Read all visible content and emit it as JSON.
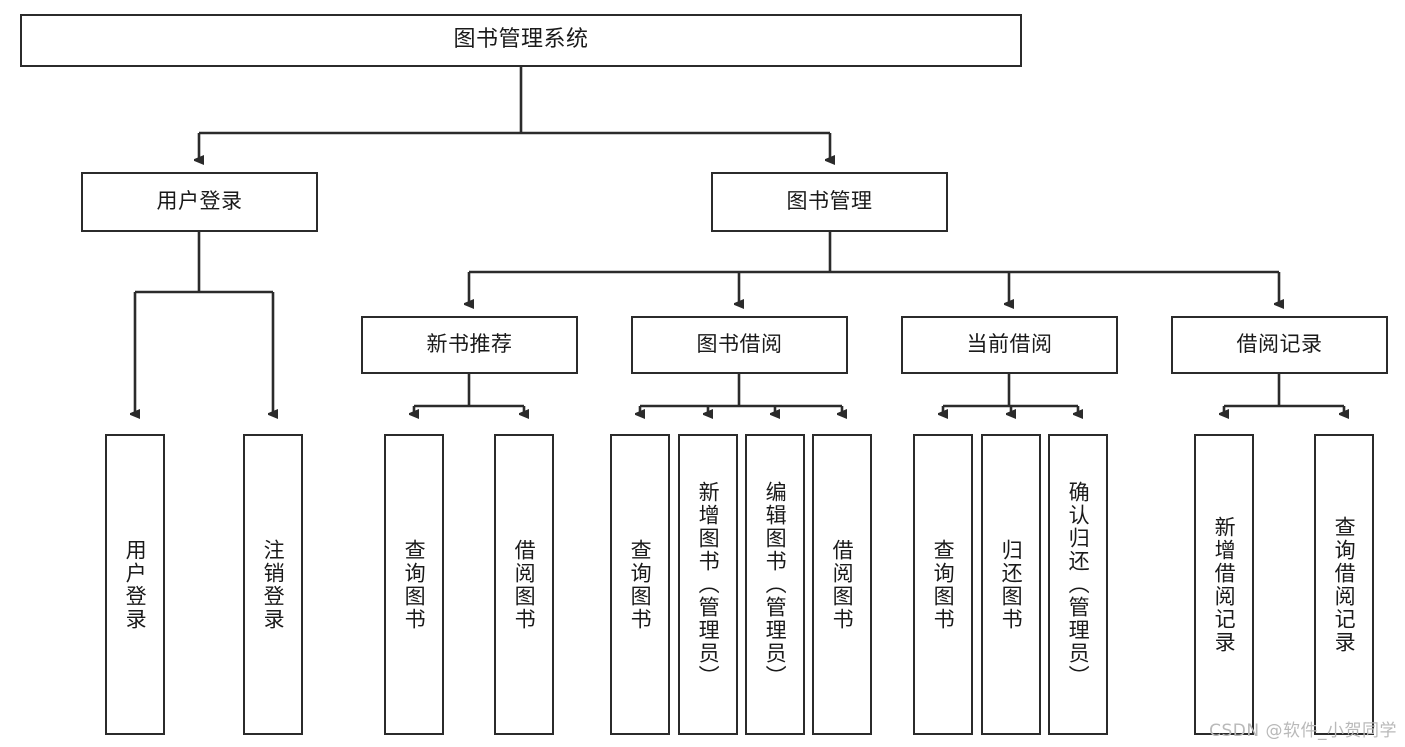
{
  "diagram": {
    "type": "tree",
    "title": "图书管理系统",
    "orientation": "top-down",
    "colors": {
      "background": "#ffffff",
      "node_border": "#2b2b2b",
      "node_fill": "#ffffff",
      "connector": "#2b2b2b",
      "text": "#1a1a1a",
      "watermark": "#b9b9b9"
    },
    "levels": {
      "root": "图书管理系统",
      "level2": [
        "用户登录",
        "图书管理"
      ],
      "level3": [
        "新书推荐",
        "图书借阅",
        "当前借阅",
        "借阅记录"
      ],
      "leaves": [
        "用户登录",
        "注销登录",
        "查询图书",
        "借阅图书",
        "查询图书",
        "新增图书（管理员）",
        "编辑图书（管理员）",
        "借阅图书",
        "查询图书",
        "归还图书",
        "确认归还（管理员）",
        "新增借阅记录",
        "查询借阅记录"
      ]
    }
  },
  "nodes": {
    "root": {
      "label": "图书管理系统"
    },
    "user_login": {
      "label": "用户登录"
    },
    "book_manage": {
      "label": "图书管理"
    },
    "new_book_rec": {
      "label": "新书推荐"
    },
    "book_borrow": {
      "label": "图书借阅"
    },
    "current_borrow": {
      "label": "当前借阅"
    },
    "borrow_record": {
      "label": "借阅记录"
    },
    "leaf_user_login": {
      "label": "用户登录"
    },
    "leaf_logout": {
      "label": "注销登录"
    },
    "leaf_query_book_a": {
      "label": "查询图书"
    },
    "leaf_borrow_book_a": {
      "label": "借阅图书"
    },
    "leaf_query_book_b": {
      "label": "查询图书"
    },
    "leaf_add_book": {
      "label": "新增图书（管理员）"
    },
    "leaf_edit_book": {
      "label": "编辑图书（管理员）"
    },
    "leaf_borrow_book_b": {
      "label": "借阅图书"
    },
    "leaf_query_book_c": {
      "label": "查询图书"
    },
    "leaf_return_book": {
      "label": "归还图书"
    },
    "leaf_confirm_return": {
      "label": "确认归还（管理员）"
    },
    "leaf_add_record": {
      "label": "新增借阅记录"
    },
    "leaf_query_record": {
      "label": "查询借阅记录"
    }
  },
  "watermark": {
    "text": "CSDN @软件_小贺同学"
  }
}
